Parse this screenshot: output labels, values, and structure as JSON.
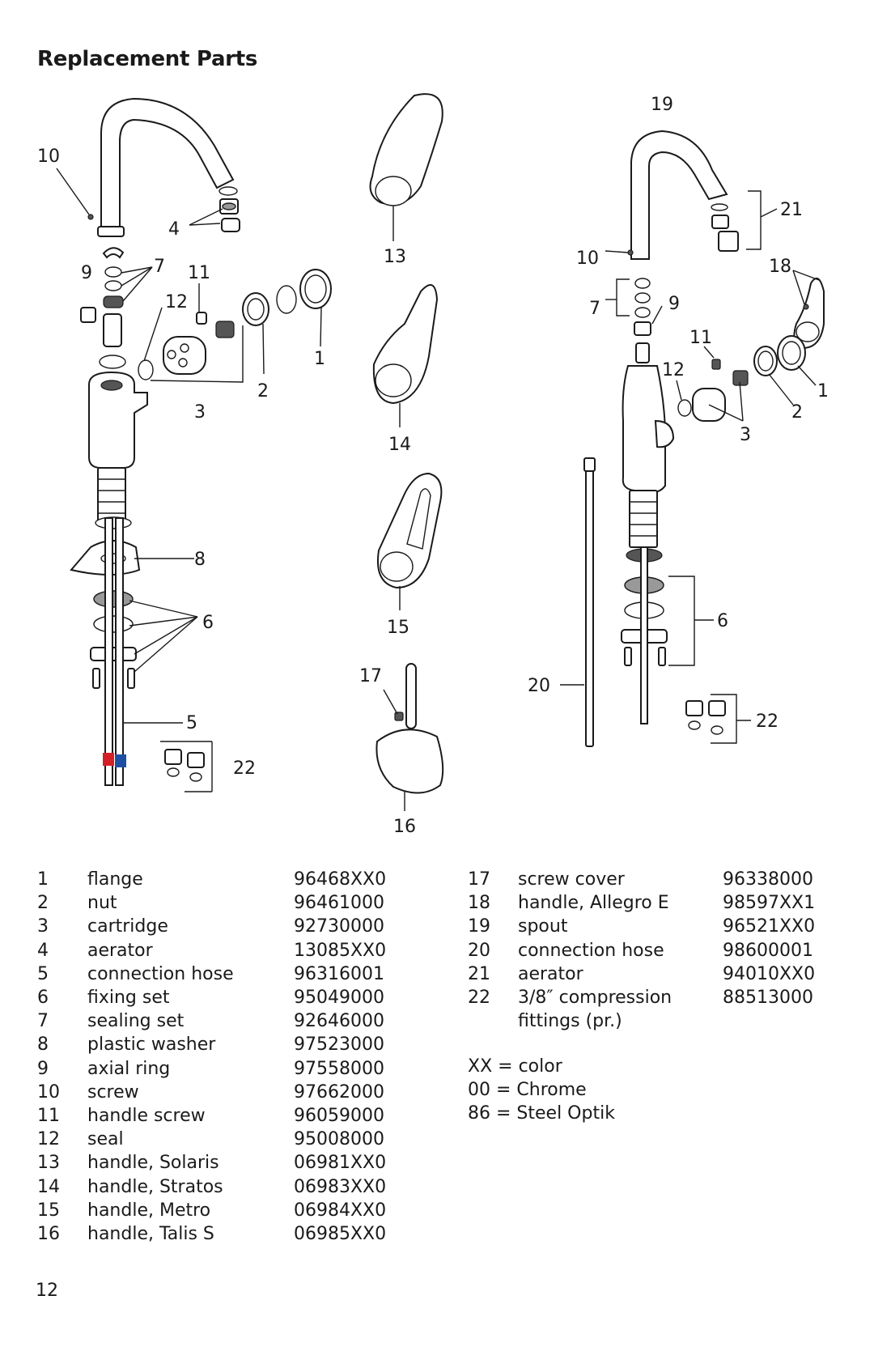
{
  "title": "Replacement Parts",
  "callouts": {
    "left": [
      "10",
      "4",
      "9",
      "7",
      "11",
      "12",
      "3",
      "2",
      "1",
      "8",
      "6",
      "5",
      "22"
    ],
    "middle": [
      "13",
      "14",
      "15",
      "17",
      "16"
    ],
    "right": [
      "19",
      "21",
      "10",
      "18",
      "7",
      "9",
      "11",
      "12",
      "1",
      "2",
      "3",
      "6",
      "20",
      "22"
    ]
  },
  "parts_left": [
    {
      "num": "1",
      "desc": "flange",
      "part": "96468XX0"
    },
    {
      "num": "2",
      "desc": "nut",
      "part": "96461000"
    },
    {
      "num": "3",
      "desc": "cartridge",
      "part": "92730000"
    },
    {
      "num": "4",
      "desc": "aerator",
      "part": "13085XX0"
    },
    {
      "num": "5",
      "desc": "connection hose",
      "part": "96316001"
    },
    {
      "num": "6",
      "desc": "fixing set",
      "part": "95049000"
    },
    {
      "num": "7",
      "desc": "sealing set",
      "part": "92646000"
    },
    {
      "num": "8",
      "desc": "plastic washer",
      "part": "97523000"
    },
    {
      "num": "9",
      "desc": "axial ring",
      "part": "97558000"
    },
    {
      "num": "10",
      "desc": "screw",
      "part": "97662000"
    },
    {
      "num": "11",
      "desc": "handle screw",
      "part": "96059000"
    },
    {
      "num": "12",
      "desc": "seal",
      "part": "95008000"
    },
    {
      "num": "13",
      "desc": "handle, Solaris",
      "part": "06981XX0"
    },
    {
      "num": "14",
      "desc": "handle, Stratos",
      "part": "06983XX0"
    },
    {
      "num": "15",
      "desc": "handle, Metro",
      "part": "06984XX0"
    },
    {
      "num": "16",
      "desc": "handle, Talis S",
      "part": "06985XX0"
    }
  ],
  "parts_right": [
    {
      "num": "17",
      "desc": "screw cover",
      "part": "96338000"
    },
    {
      "num": "18",
      "desc": "handle, Allegro E",
      "part": "98597XX1"
    },
    {
      "num": "19",
      "desc": "spout",
      "part": "96521XX0"
    },
    {
      "num": "20",
      "desc": "connection hose",
      "part": "98600001"
    },
    {
      "num": "21",
      "desc": "aerator",
      "part": "94010XX0"
    },
    {
      "num": "22",
      "desc": "3/8″ compression",
      "part": "88513000"
    },
    {
      "num": "",
      "desc": "fittings (pr.)",
      "part": ""
    }
  ],
  "legend": [
    "XX = color",
    "00 = Chrome",
    "86 = Steel Optik"
  ],
  "page_number": "12",
  "colors": {
    "hot": "#d32027",
    "cold": "#1f4fa3"
  }
}
